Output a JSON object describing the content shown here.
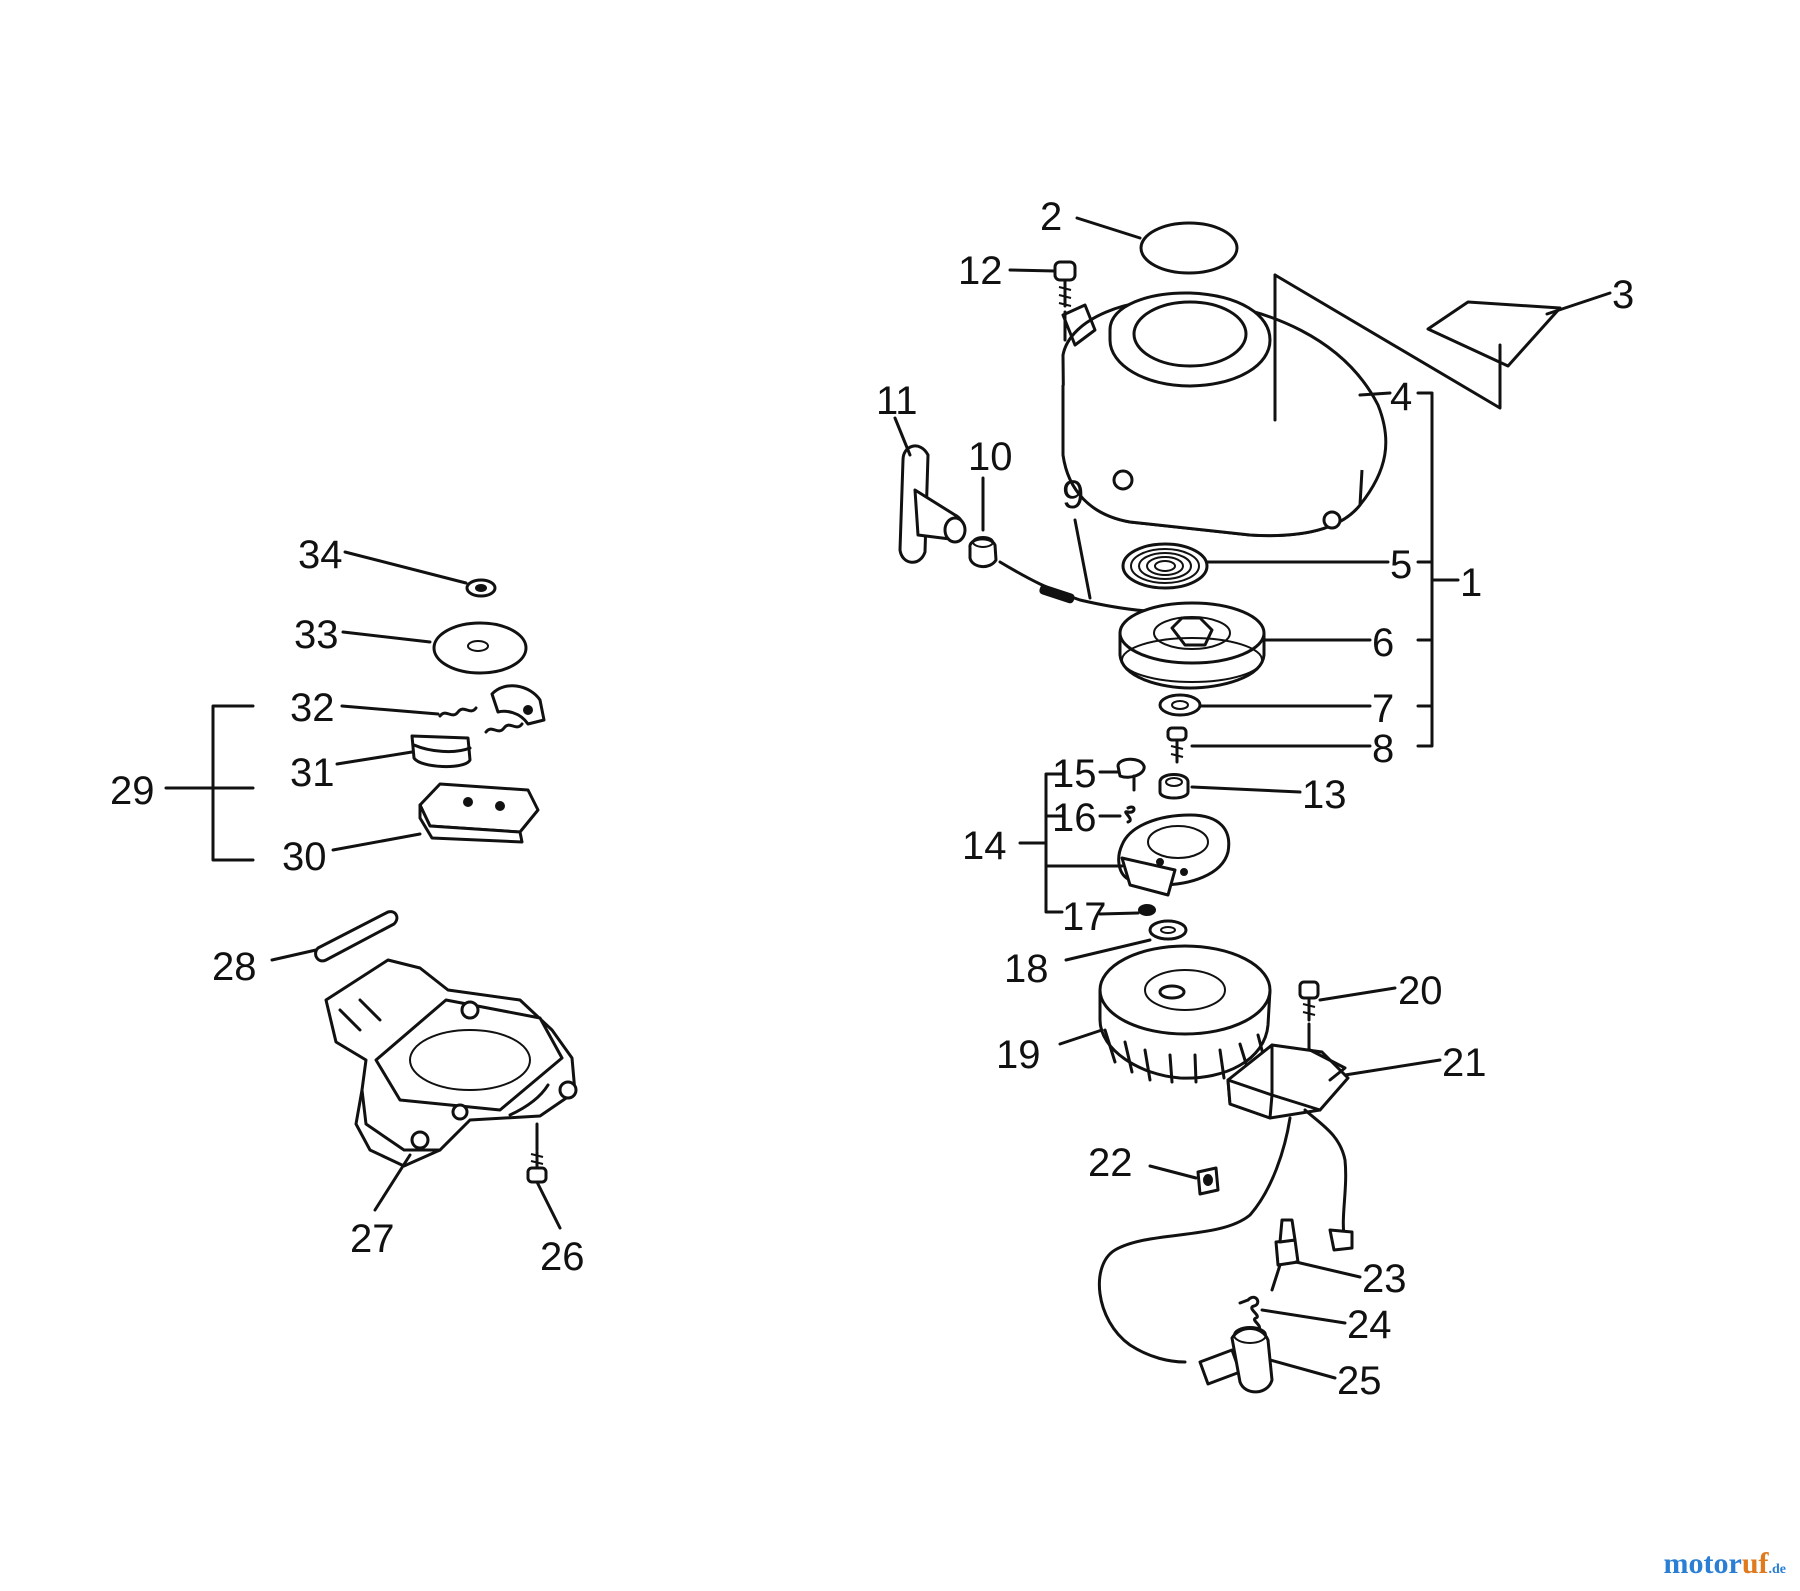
{
  "labels": {
    "l1": "1",
    "l2": "2",
    "l3": "3",
    "l4": "4",
    "l5": "5",
    "l6": "6",
    "l7": "7",
    "l8": "8",
    "l9": "9",
    "l10": "10",
    "l11": "11",
    "l12": "12",
    "l13": "13",
    "l14": "14",
    "l15": "15",
    "l16": "16",
    "l17": "17",
    "l18": "18",
    "l19": "19",
    "l20": "20",
    "l21": "21",
    "l22": "22",
    "l23": "23",
    "l24": "24",
    "l25": "25",
    "l26": "26",
    "l27": "27",
    "l28": "28",
    "l29": "29",
    "l30": "30",
    "l31": "31",
    "l32": "32",
    "l33": "33",
    "l34": "34"
  },
  "watermark": {
    "part1": "motor",
    "part2": "uf",
    "part3": ".de"
  },
  "colors": {
    "line": "#111111",
    "watermark_blue": "#2a7fd4",
    "watermark_orange": "#e07a1f"
  }
}
